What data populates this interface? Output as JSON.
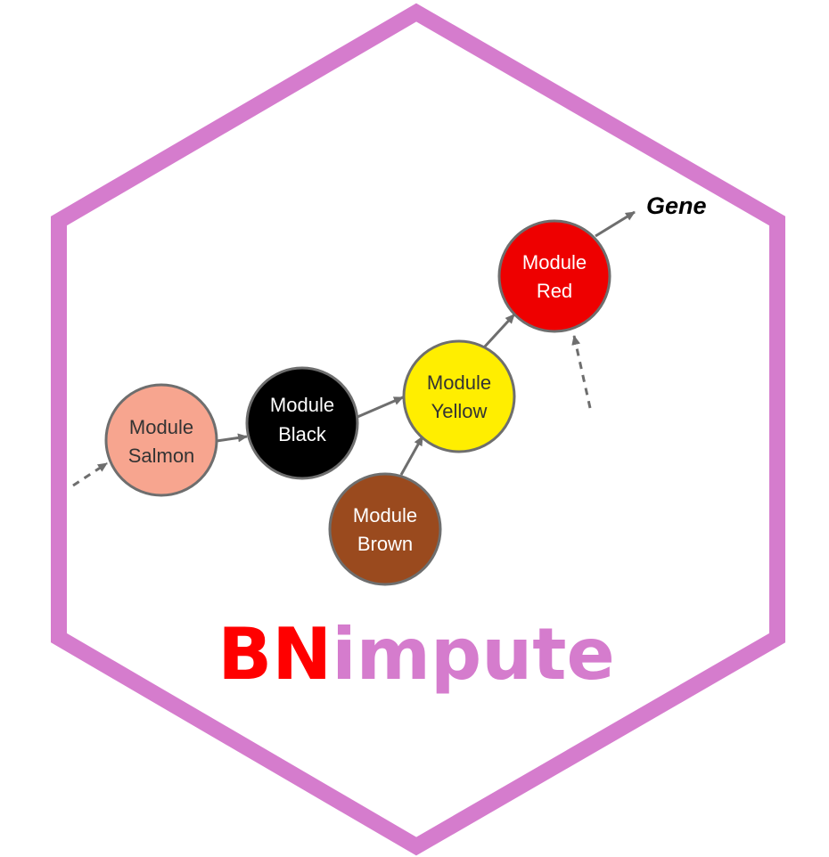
{
  "colors": {
    "hexagon_stroke": "#d57ccd",
    "arrow": "#6e6e6e",
    "node_outline": "#6e6e6e",
    "title_bn": "#ff0000",
    "title_impute": "#d57ccd"
  },
  "nodes": {
    "salmon": {
      "line1": "Module",
      "line2": "Salmon",
      "fill": "#f7a58f",
      "text_color": "#333333"
    },
    "black": {
      "line1": "Module",
      "line2": "Black",
      "fill": "#000000",
      "text_color": "#ffffff"
    },
    "yellow": {
      "line1": "Module",
      "line2": "Yellow",
      "fill": "#ffee00",
      "text_color": "#333333"
    },
    "brown": {
      "line1": "Module",
      "line2": "Brown",
      "fill": "#9a4a1e",
      "text_color": "#ffffff"
    },
    "red": {
      "line1": "Module",
      "line2": "Red",
      "fill": "#ee0000",
      "text_color": "#ffffff"
    }
  },
  "gene_label": "Gene",
  "title": {
    "part1": "BN",
    "part2": "impute"
  }
}
